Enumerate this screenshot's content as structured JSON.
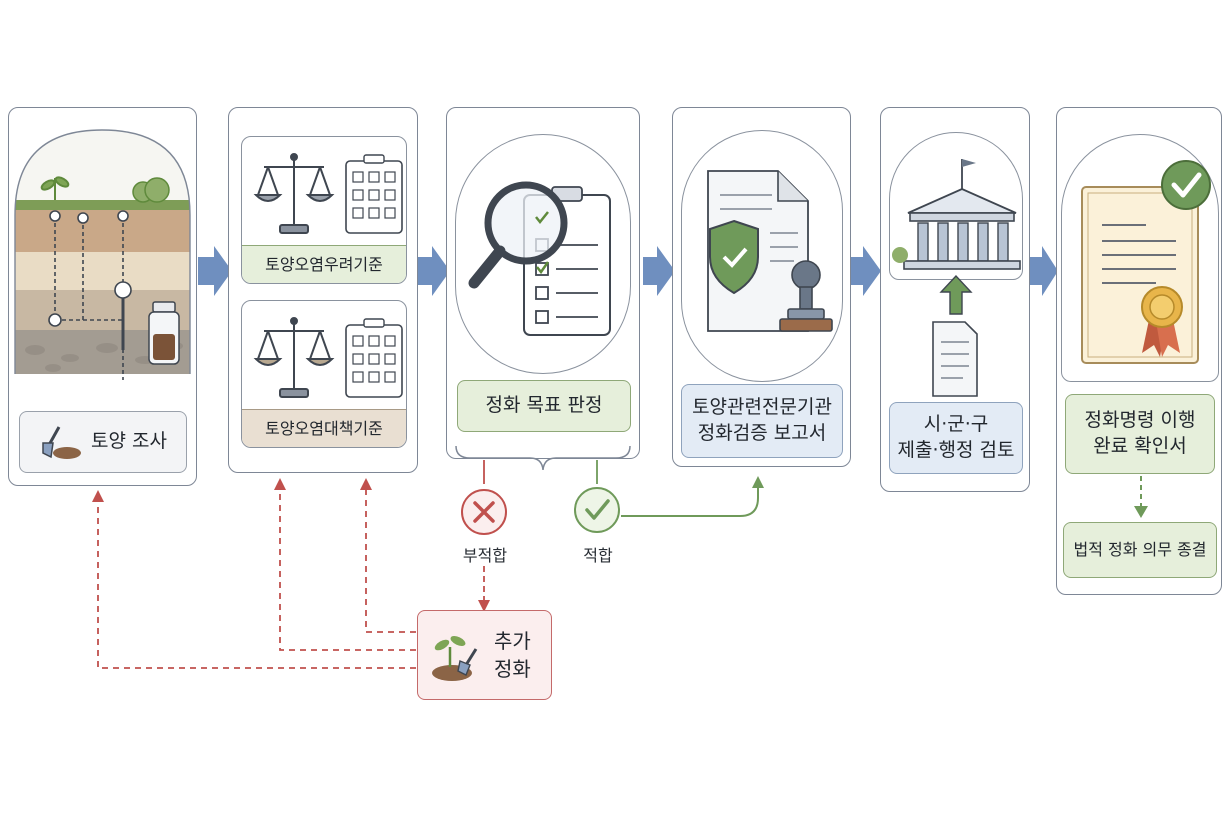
{
  "steps": {
    "soil_survey": "토양 조사",
    "concern_standard": "토양오염우려기준",
    "action_standard": "토양오염대책기준",
    "judgement": "정화 목표 판정",
    "expert_report_line1": "토양관련전문기관",
    "expert_report_line2": "정화검증 보고서",
    "gov_review_line1": "시·군·구",
    "gov_review_line2": "제출·행정 검토",
    "completion_line1": "정화명령 이행",
    "completion_line2": "완료 확인서",
    "legal_end": "법적 정화 의무 종결"
  },
  "outcomes": {
    "fail": "부적합",
    "pass": "적합"
  },
  "extra": {
    "line1": "추가",
    "line2": "정화"
  },
  "colors": {
    "flow_arrow": "#6f8fbf",
    "pass_green": "#6f9a5a",
    "fail_red": "#c0504d"
  }
}
